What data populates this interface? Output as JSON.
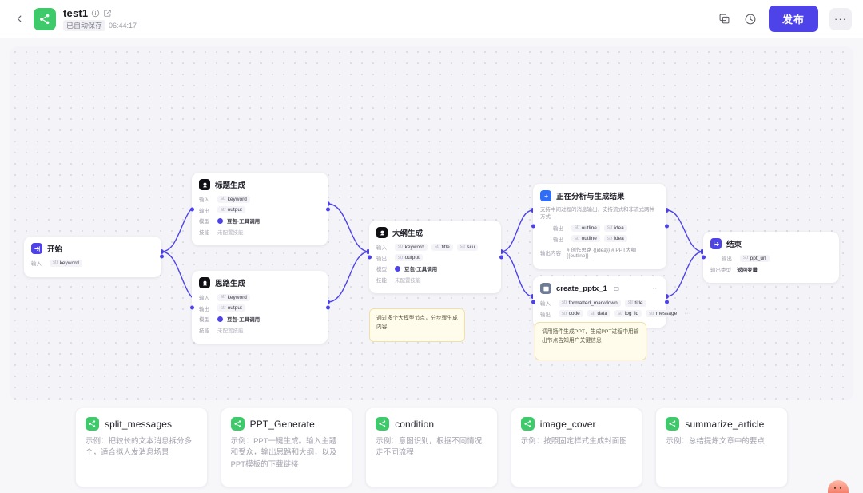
{
  "header": {
    "back_icon": "chevron-left-icon",
    "logo_icon": "workflow-share-icon",
    "title": "test1",
    "info_icon": "info-circle-icon",
    "edit_icon": "edit-square-icon",
    "autosave_badge": "已自动保存",
    "autosave_time": "06:44:17",
    "copy_icon": "duplicate-icon",
    "history_icon": "history-clock-icon",
    "publish_label": "发布",
    "more_label": "···"
  },
  "labels": {
    "input": "输入",
    "output": "输出",
    "model": "模型",
    "skill": "技能",
    "output_content": "输出内容",
    "output_type": "输出类型",
    "type_str": "str",
    "not_configured": "未配置技能",
    "more": "···"
  },
  "nodes": {
    "start": {
      "icon": "start-node-icon",
      "title": "开始",
      "input_label": "输入",
      "input_var": "keyword",
      "input_type": "str"
    },
    "title_gen": {
      "icon": "llm-node-icon",
      "title": "标题生成",
      "input_label": "输入",
      "input_var": "keyword",
      "output_label": "输出",
      "output_var": "output",
      "model_label": "模型",
      "model_name": "豆包·工具调用",
      "skill_label": "技能",
      "skill_value": "未配置技能"
    },
    "idea_gen": {
      "icon": "llm-node-icon",
      "title": "思路生成",
      "input_label": "输入",
      "input_var": "keyword",
      "output_label": "输出",
      "output_var": "output",
      "model_label": "模型",
      "model_name": "豆包·工具调用",
      "skill_label": "技能",
      "skill_value": "未配置技能"
    },
    "outline_gen": {
      "icon": "llm-node-icon",
      "title": "大纲生成",
      "input_label": "输入",
      "input_vars": [
        "keyword",
        "title",
        "silu"
      ],
      "output_label": "输出",
      "output_var": "output",
      "model_label": "模型",
      "model_name": "豆包·工具调用",
      "skill_label": "技能",
      "skill_value": "未配置技能"
    },
    "analyzing": {
      "icon": "output-node-icon",
      "title": "正在分析与生成结果",
      "subtitle": "支持中间过程的消息输出，支持流式和非流式两种方式",
      "row1_label": "输出",
      "row1_vars": [
        "outline",
        "idea"
      ],
      "row2_label": "输出",
      "row2_vars": [
        "outline",
        "idea"
      ],
      "content_label": "输出内容",
      "content_value": "# 创作思路 {{idea}} # PPT大纲 {{outline}}"
    },
    "create_pptx": {
      "icon": "plugin-node-icon",
      "title": "create_pptx_1",
      "badge_icon": "plugin-badge-icon",
      "menu_label": "···",
      "input_label": "输入",
      "input_vars": [
        "formatted_markdown",
        "title"
      ],
      "output_label": "输出",
      "output_vars": [
        "code",
        "data",
        "log_id",
        "message"
      ],
      "overflow": "···"
    },
    "end": {
      "icon": "end-node-icon",
      "title": "结束",
      "output_label": "输出",
      "output_var": "ppt_url",
      "type_label": "输出类型",
      "type_value": "返回变量"
    }
  },
  "sticky_notes": [
    {
      "text": "通过多个大模型节点，分步骤生成内容"
    },
    {
      "text": "调用插件生成PPT，生成PPT过程中用输出节点告知用户关键信息"
    }
  ],
  "template_cards": [
    {
      "icon": "workflow-icon",
      "title": "split_messages",
      "desc": "示例：把较长的文本消息拆分多个，适合拟人发消息场景"
    },
    {
      "icon": "workflow-icon",
      "title": "PPT_Generate",
      "desc": "示例：PPT一键生成。输入主题和受众，输出思路和大纲，以及PPT模板的下载链接"
    },
    {
      "icon": "workflow-icon",
      "title": "condition",
      "desc": "示例：意图识别，根据不同情况走不同流程"
    },
    {
      "icon": "workflow-icon",
      "title": "image_cover",
      "desc": "示例：按照固定样式生成封面图"
    },
    {
      "icon": "workflow-icon",
      "title": "summarize_article",
      "desc": "示例：总结提炼文章中的要点"
    }
  ],
  "colors": {
    "accent": "#4e43e8",
    "green": "#3eca6a",
    "canvas": "#f4f4f8",
    "sticky": "#fffceb"
  }
}
